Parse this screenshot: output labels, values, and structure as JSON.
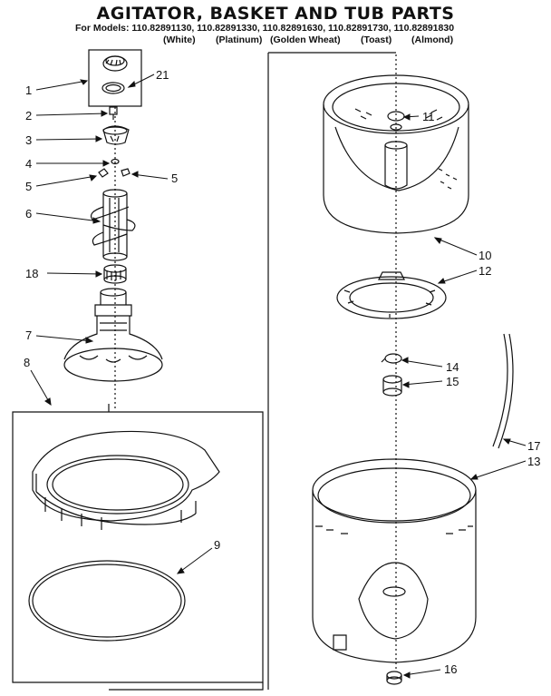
{
  "header": {
    "title": "AGITATOR, BASKET AND TUB PARTS",
    "models_line": "For Models: 110.82891130, 110.82891330, 110.82891630, 110.82891730, 110.82891830",
    "colors": [
      "(White)",
      "(Platinum)",
      "(Golden Wheat)",
      "(Toast)",
      "(Almond)"
    ]
  },
  "callouts": {
    "c1": "1",
    "c2": "2",
    "c3": "3",
    "c4": "4",
    "c5a": "5",
    "c5b": "5",
    "c6": "6",
    "c7": "7",
    "c8": "8",
    "c9": "9",
    "c10": "10",
    "c11": "11",
    "c12": "12",
    "c13": "13",
    "c14": "14",
    "c15": "15",
    "c16": "16",
    "c17": "17",
    "c18": "18",
    "c21": "21"
  },
  "colors": {
    "ink": "#111111",
    "paper": "#ffffff"
  }
}
